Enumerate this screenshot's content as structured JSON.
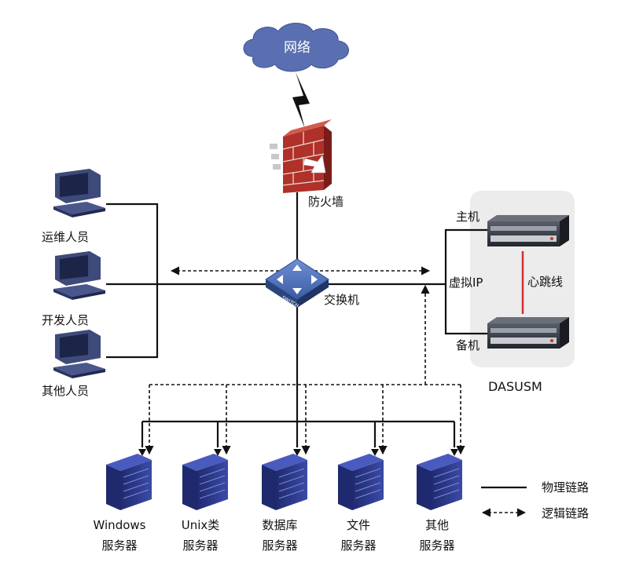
{
  "diagram": {
    "cloud_label": "网络",
    "firewall_label": "防火墙",
    "switch_label": "交换机",
    "switch_text": "SWITCH",
    "users": [
      "运维人员",
      "开发人员",
      "其他人员"
    ],
    "cluster": {
      "primary_label": "主机",
      "backup_label": "备机",
      "virtual_ip_label": "虚拟IP",
      "heartbeat_label": "心跳线",
      "cluster_name": "DASUSM"
    },
    "servers": [
      {
        "line1": "Windows",
        "line2": "服务器"
      },
      {
        "line1": "Unix类",
        "line2": "服务器"
      },
      {
        "line1": "数据库",
        "line2": "服务器"
      },
      {
        "line1": "文件",
        "line2": "服务器"
      },
      {
        "line1": "其他",
        "line2": "服务器"
      }
    ],
    "legend": {
      "physical": "物理链路",
      "logical": "逻辑链路"
    },
    "colors": {
      "cloud": "#5a6fb1",
      "firewall_brick": "#b0302a",
      "switch": "#3a5ba3",
      "server": "#2e3a8c",
      "cluster_bg": "#ececec",
      "heartbeat": "#d62f2f",
      "computer": "#3d4a7a"
    }
  }
}
